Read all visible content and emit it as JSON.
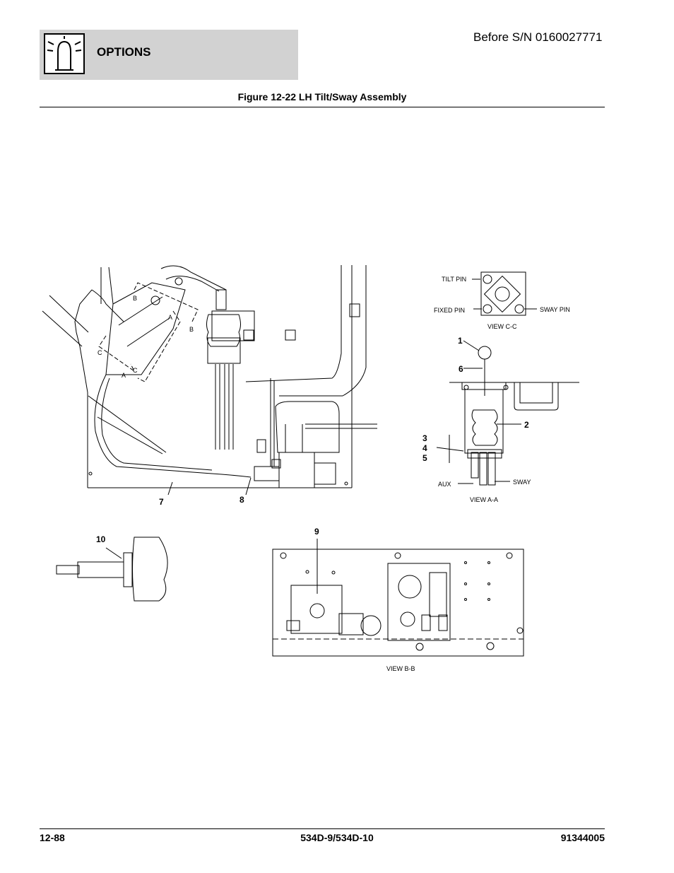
{
  "header": {
    "section_title": "OPTIONS",
    "serial_note": "Before S/N 0160027771",
    "icon": "beacon-light-icon"
  },
  "figure": {
    "title": "Figure 12-22 LH Tilt/Sway Assembly",
    "section_letters": [
      "B",
      "B",
      "A",
      "A",
      "C",
      "C"
    ],
    "callouts": [
      "1",
      "6",
      "2",
      "3",
      "4",
      "5",
      "7",
      "8",
      "9",
      "10"
    ],
    "labels": {
      "tilt_pin": "TILT PIN",
      "fixed_pin": "FIXED PIN",
      "sway_pin": "SWAY PIN",
      "view_cc": "VIEW C-C",
      "aux": "AUX",
      "sway": "SWAY",
      "view_aa": "VIEW A-A",
      "view_bb": "VIEW B-B"
    }
  },
  "footer": {
    "page_number": "12-88",
    "model": "534D-9/534D-10",
    "part_number": "91344005"
  }
}
